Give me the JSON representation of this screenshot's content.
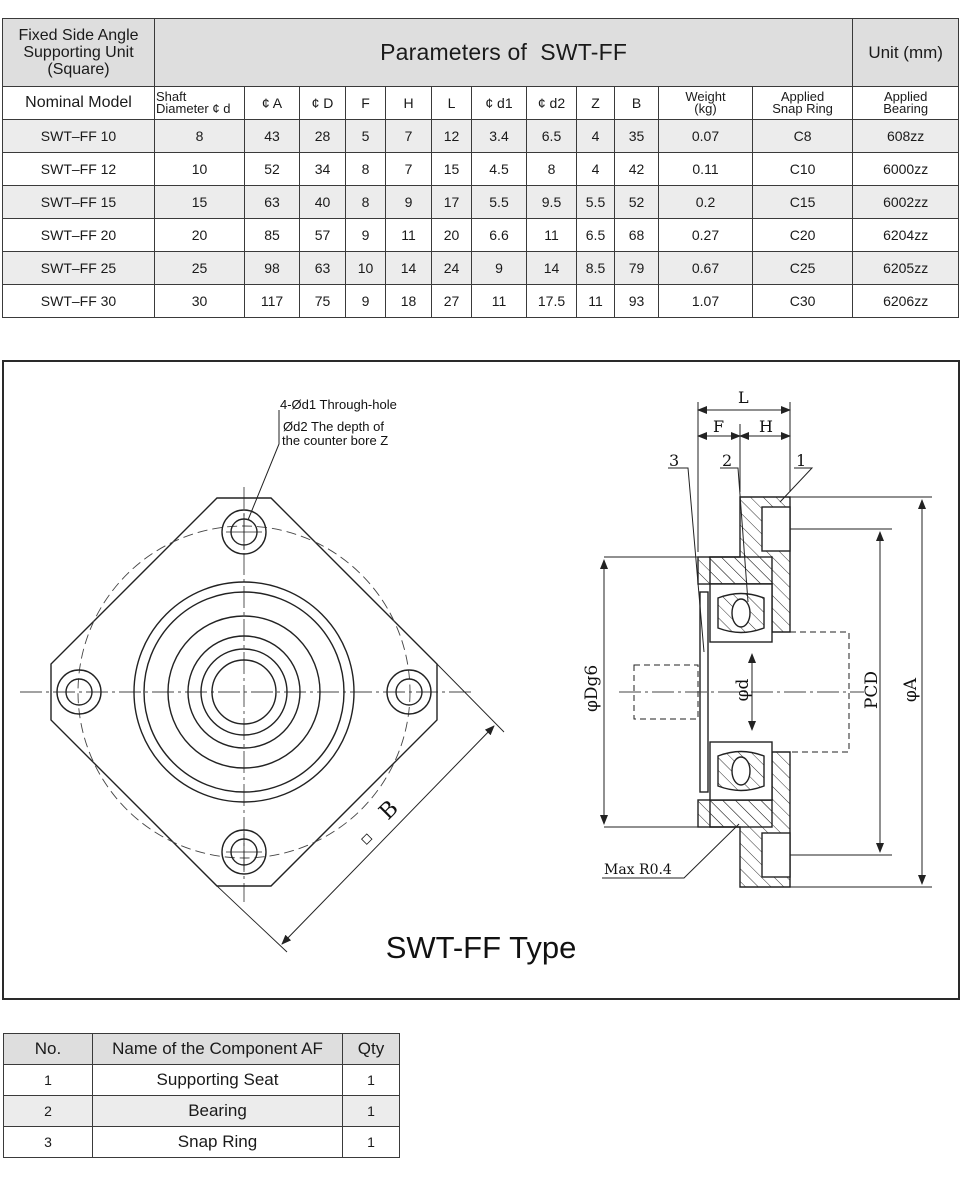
{
  "spec": {
    "corner_title_lines": [
      "Fixed Side Angle",
      "Supporting Unit",
      "(Square)"
    ],
    "params_title": "Parameters of  SWT-FF",
    "unit": "Unit (mm)",
    "headers": {
      "nominal": "Nominal Model",
      "shaft_line1": "Shaft",
      "shaft_line2": "Diameter ¢ d",
      "A": "¢ A",
      "D": "¢ D",
      "F": "F",
      "H": "H",
      "L": "L",
      "d1": "¢ d1",
      "d2": "¢ d2",
      "Z": "Z",
      "B": "B",
      "weight_line1": "Weight",
      "weight_line2": "(kg)",
      "ring_line1": "Applied",
      "ring_line2": "Snap Ring",
      "bearing_line1": "Applied",
      "bearing_line2": "Bearing"
    },
    "rows": [
      [
        "SWT–FF 10",
        "8",
        "43",
        "28",
        "5",
        "7",
        "12",
        "3.4",
        "6.5",
        "4",
        "35",
        "0.07",
        "C8",
        "608zz"
      ],
      [
        "SWT–FF 12",
        "10",
        "52",
        "34",
        "8",
        "7",
        "15",
        "4.5",
        "8",
        "4",
        "42",
        "0.11",
        "C10",
        "6000zz"
      ],
      [
        "SWT–FF 15",
        "15",
        "63",
        "40",
        "8",
        "9",
        "17",
        "5.5",
        "9.5",
        "5.5",
        "52",
        "0.2",
        "C15",
        "6002zz"
      ],
      [
        "SWT–FF 20",
        "20",
        "85",
        "57",
        "9",
        "11",
        "20",
        "6.6",
        "11",
        "6.5",
        "68",
        "0.27",
        "C20",
        "6204zz"
      ],
      [
        "SWT–FF 25",
        "25",
        "98",
        "63",
        "10",
        "14",
        "24",
        "9",
        "14",
        "8.5",
        "79",
        "0.67",
        "C25",
        "6205zz"
      ],
      [
        "SWT–FF 30",
        "30",
        "117",
        "75",
        "9",
        "18",
        "27",
        "11",
        "17.5",
        "11",
        "93",
        "1.07",
        "C30",
        "6206zz"
      ]
    ]
  },
  "drawing": {
    "note_line1": "4-Ød1 Through-hole",
    "note_line2": "Ød2 The depth of",
    "note_line3": "the counter bore Z",
    "square_symbol": "◇",
    "label_B": "B",
    "label_L": "L",
    "label_F": "F",
    "label_H": "H",
    "callout_1": "1",
    "callout_2": "2",
    "callout_3": "3",
    "label_Dg6": "φDg6",
    "label_d": "φd",
    "label_PCD": "PCD",
    "label_A": "φA",
    "max_radius": "Max R0.4",
    "caption": "SWT-FF Type"
  },
  "components": {
    "headers": [
      "No.",
      "Name of the Component AF",
      "Qty"
    ],
    "rows": [
      [
        "1",
        "Supporting Seat",
        "1"
      ],
      [
        "2",
        "Bearing",
        "1"
      ],
      [
        "3",
        "Snap Ring",
        "1"
      ]
    ]
  }
}
